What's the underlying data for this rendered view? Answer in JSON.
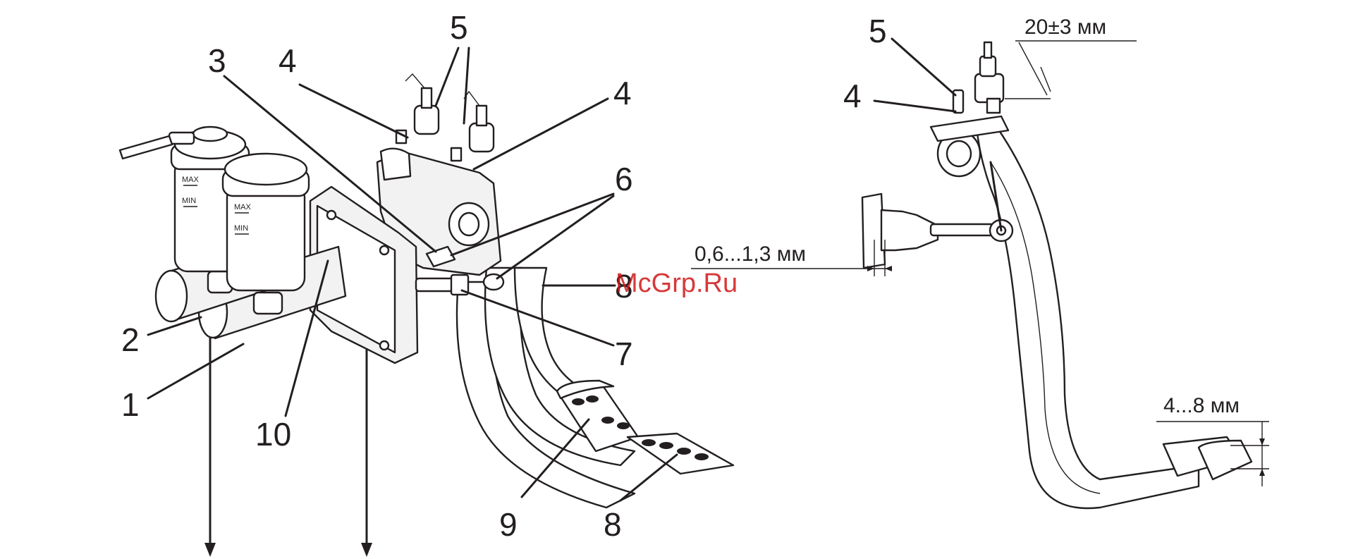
{
  "callouts": {
    "c1": "1",
    "c2": "2",
    "c3": "3",
    "c4a": "4",
    "c4b": "4",
    "c5": "5",
    "c6": "6",
    "c7": "7",
    "c8a": "8",
    "c8b": "8",
    "c9": "9",
    "c10": "10",
    "c4r": "4",
    "c5r": "5"
  },
  "dimensions": {
    "rod_clearance": "0,6...1,3  мм",
    "switch_gap": "20±3  мм",
    "pedal_height_diff": "4...8 мм"
  },
  "reservoir_marks": {
    "max_left": "MAX",
    "min_left": "MIN",
    "max_right": "MAX",
    "min_right": "MIN"
  },
  "watermark": "McGrp.Ru",
  "colors": {
    "ink": "#231f20",
    "watermark": "#d01616"
  }
}
